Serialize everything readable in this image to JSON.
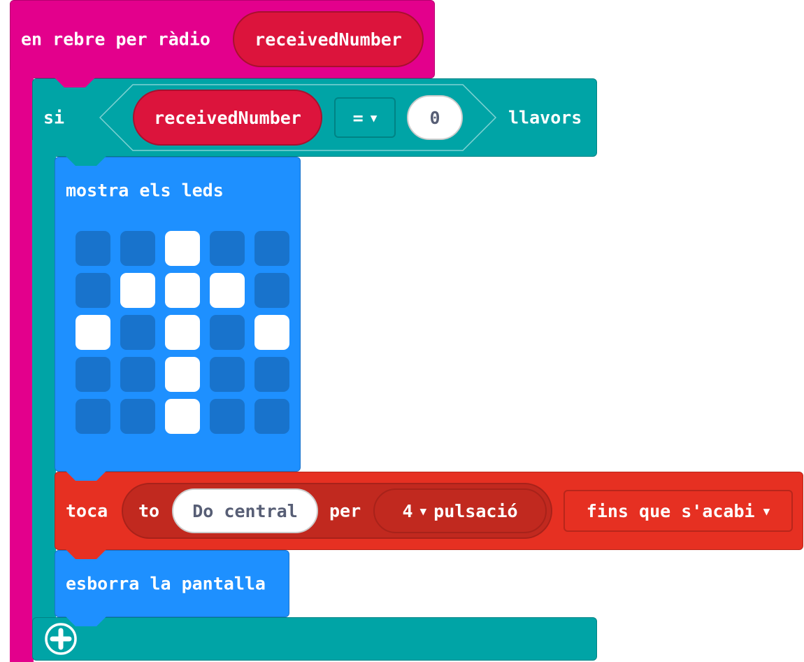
{
  "event_block": {
    "label": "en rebre per ràdio",
    "param": "receivedNumber",
    "color": "#e3008c"
  },
  "if_block": {
    "label": "si",
    "then_label": "llavors",
    "color": "#00a4a6",
    "condition": {
      "left": "receivedNumber",
      "operator": "=",
      "right": "0"
    }
  },
  "show_leds": {
    "label": "mostra els leds",
    "color": "#1e90ff",
    "grid": [
      [
        0,
        0,
        1,
        0,
        0
      ],
      [
        0,
        1,
        1,
        1,
        0
      ],
      [
        1,
        0,
        1,
        0,
        1
      ],
      [
        0,
        0,
        1,
        0,
        0
      ],
      [
        0,
        0,
        1,
        0,
        0
      ]
    ]
  },
  "play_tone": {
    "label": "toca",
    "to_label": "to",
    "note": "Do central",
    "per_label": "per",
    "beats": "4",
    "beats_unit": "pulsació",
    "mode": "fins que s'acabi",
    "color": "#e63022"
  },
  "clear_screen": {
    "label": "esborra la pantalla"
  },
  "add_button": {
    "icon": "plus-circle-icon"
  }
}
